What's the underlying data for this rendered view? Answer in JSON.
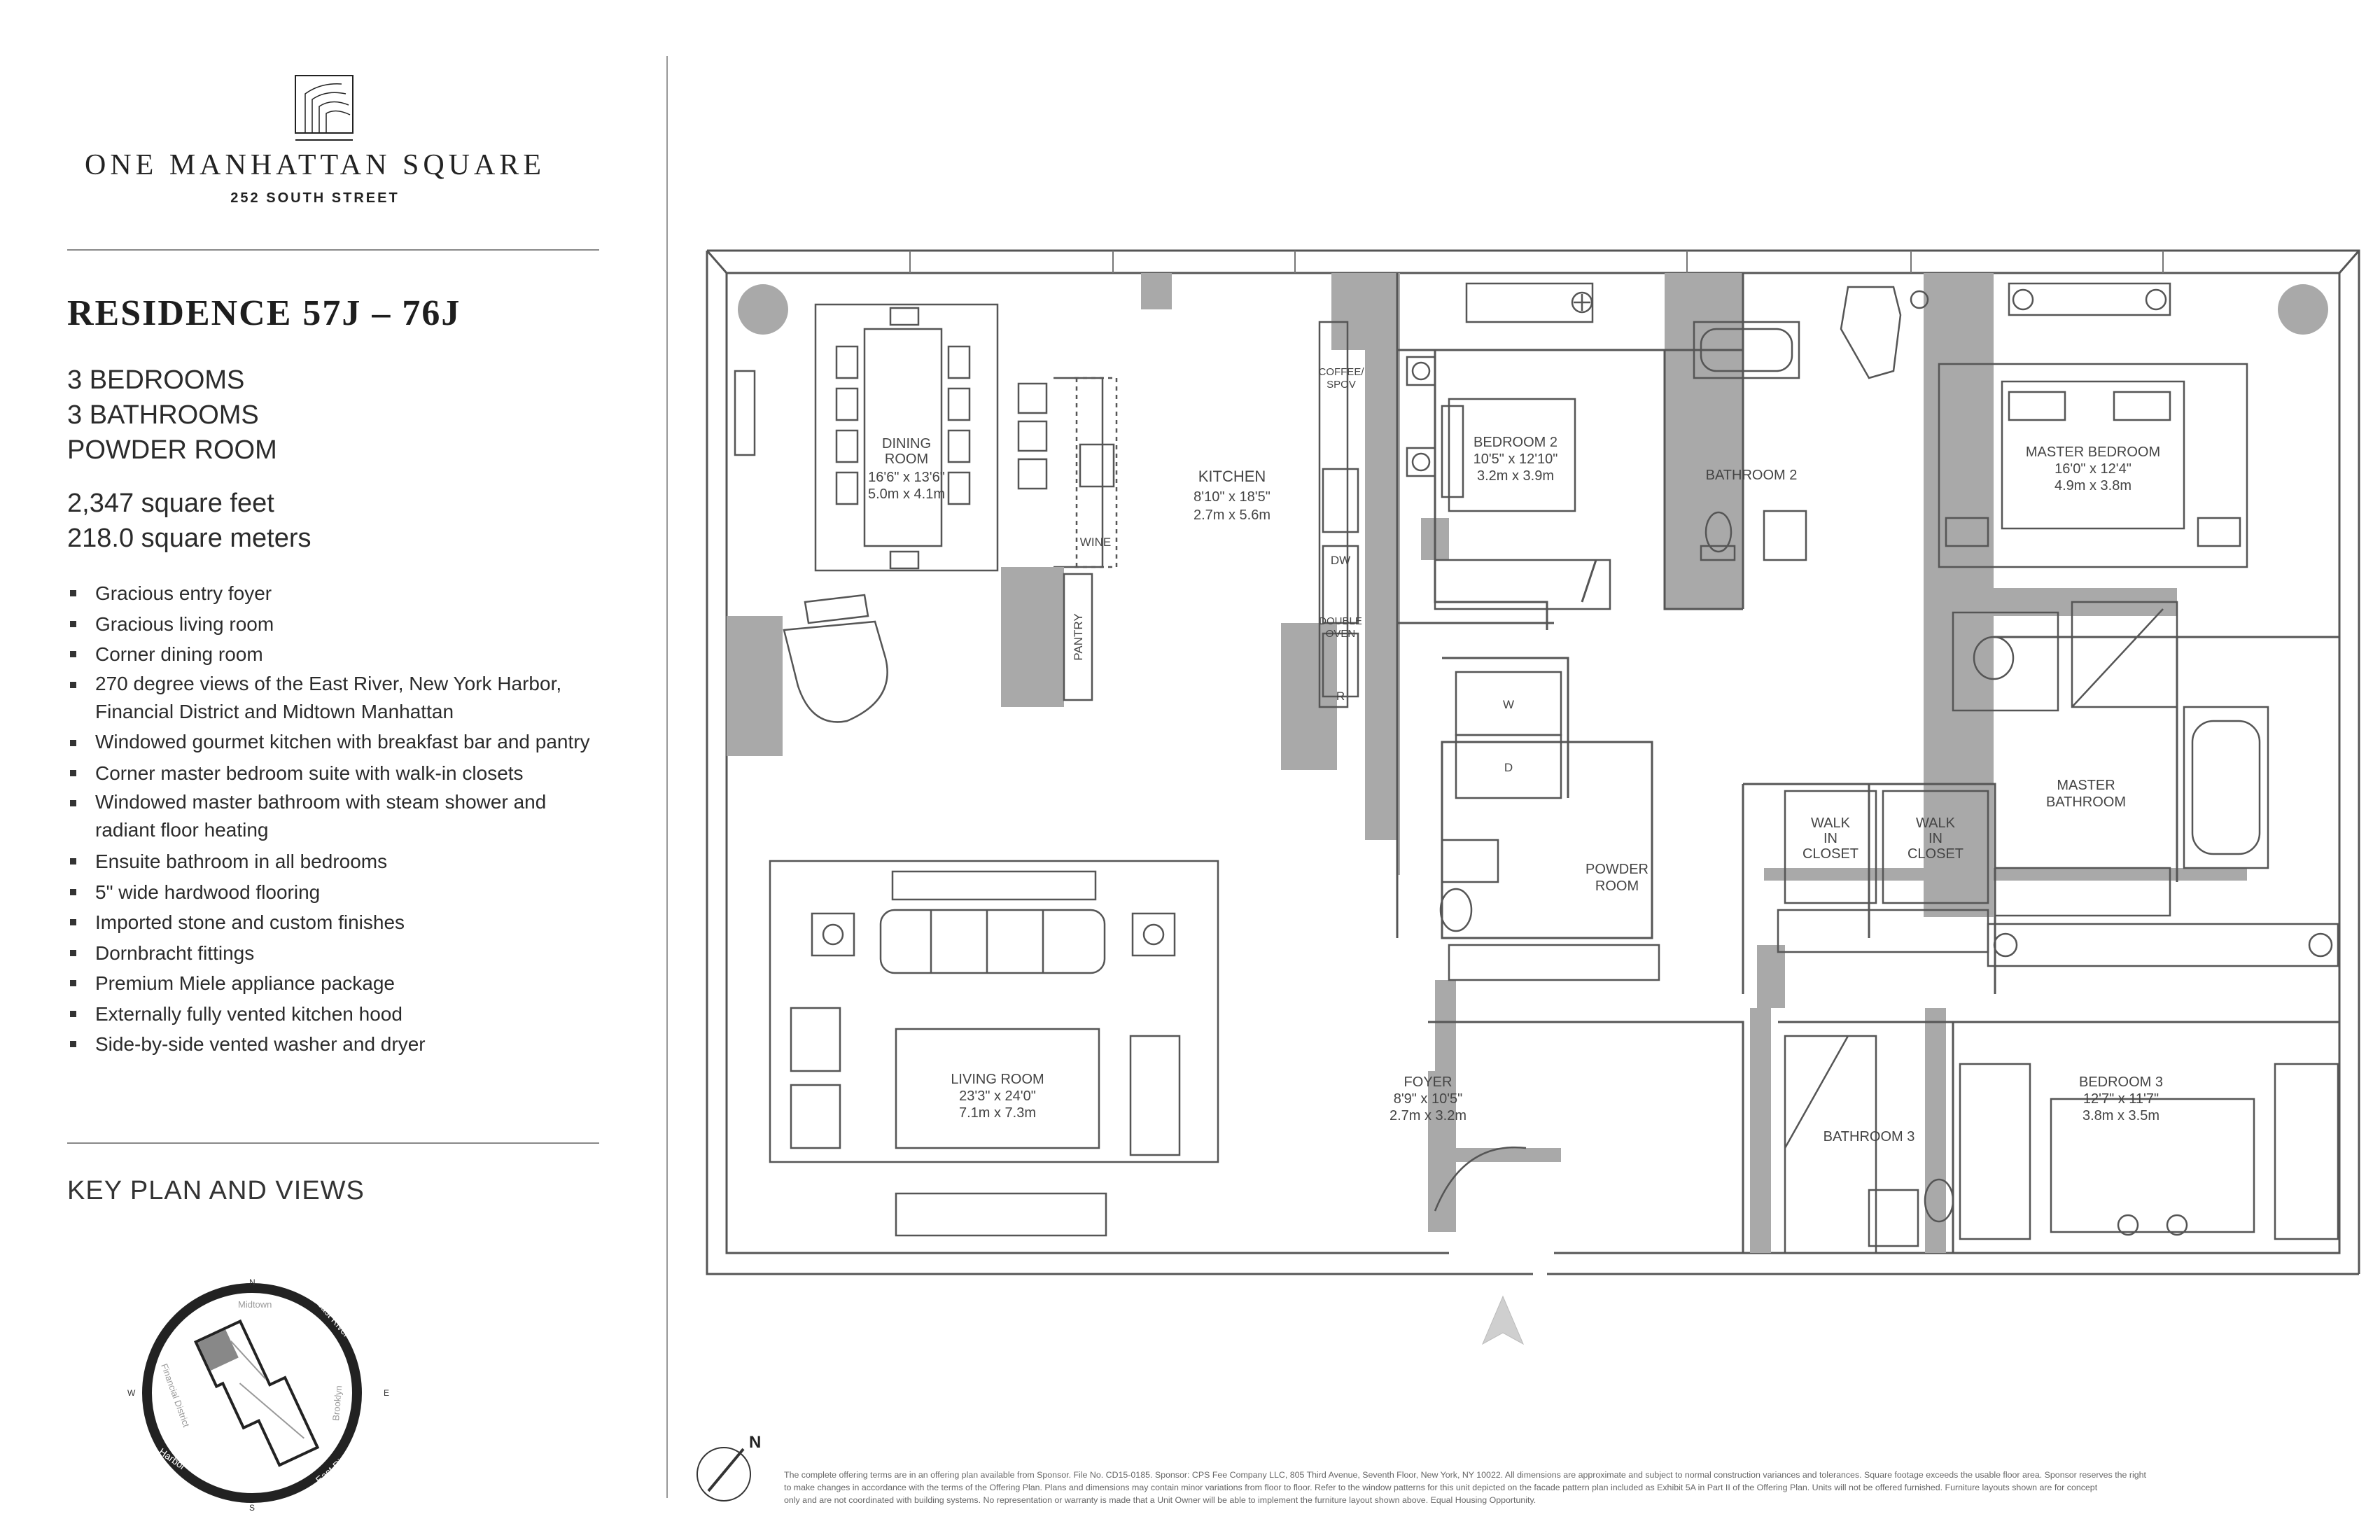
{
  "brand": {
    "name": "ONE MANHATTAN SQUARE",
    "address": "252 SOUTH STREET"
  },
  "residence": {
    "title": "RESIDENCE 57J – 76J",
    "bedrooms": "3 BEDROOMS",
    "bathrooms": "3 BATHROOMS",
    "powder": "POWDER ROOM",
    "sqft": "2,347 square feet",
    "sqm": "218.0 square meters"
  },
  "features": [
    "Gracious entry foyer",
    "Gracious living room",
    "Corner dining room",
    "270 degree views of the East River, New York Harbor, Financial District and Midtown Manhattan",
    "Windowed gourmet kitchen with breakfast bar and pantry",
    "Corner master bedroom suite with walk-in closets",
    "Windowed master bathroom with steam shower and radiant floor heating",
    "Ensuite bathroom in all bedrooms",
    "5\" wide hardwood flooring",
    "Imported stone and custom finishes",
    "Dornbracht fittings",
    "Premium Miele appliance package",
    "Externally fully vented kitchen hood",
    "Side-by-side vented washer and dryer"
  ],
  "keyplan": {
    "title": "KEY PLAN AND VIEWS",
    "labels": {
      "n": "N",
      "s": "S",
      "e": "E",
      "w": "W",
      "hudson": "Hudson River",
      "midtown": "Midtown",
      "east_river_top": "East River",
      "brooklyn": "Brooklyn",
      "financial": "Financial District",
      "harbor": "Harbor",
      "east_river_bottom": "East River"
    }
  },
  "rooms": {
    "dining": {
      "name1": "DINING",
      "name2": "ROOM",
      "imp": "16'6\" x 13'6\"",
      "met": "5.0m x 4.1m"
    },
    "kitchen": {
      "name": "KITCHEN",
      "imp": "8'10\" x 18'5\"",
      "met": "2.7m x 5.6m"
    },
    "bedroom2": {
      "name": "BEDROOM 2",
      "imp": "10'5\" x 12'10\"",
      "met": "3.2m x 3.9m"
    },
    "bathroom2": {
      "name": "BATHROOM 2"
    },
    "master_bedroom": {
      "name": "MASTER BEDROOM",
      "imp": "16'0\" x 12'4\"",
      "met": "4.9m x 3.8m"
    },
    "master_bath": {
      "name1": "MASTER",
      "name2": "BATHROOM"
    },
    "walk_in_1": {
      "l1": "WALK",
      "l2": "IN",
      "l3": "CLOSET"
    },
    "walk_in_2": {
      "l1": "WALK",
      "l2": "IN",
      "l3": "CLOSET"
    },
    "powder": {
      "name1": "POWDER",
      "name2": "ROOM"
    },
    "living": {
      "name": "LIVING ROOM",
      "imp": "23'3\" x 24'0\"",
      "met": "7.1m x 7.3m"
    },
    "foyer": {
      "name": "FOYER",
      "imp": "8'9\" x 10'5\"",
      "met": "2.7m x 3.2m"
    },
    "bathroom3": {
      "name": "BATHROOM 3"
    },
    "bedroom3": {
      "name": "BEDROOM 3",
      "imp": "12'7\" x 11'7\"",
      "met": "3.8m x 3.5m"
    },
    "fixtures": {
      "coffee1": "COFFEE/",
      "coffee2": "SPOV",
      "dw": "DW",
      "double1": "DOUBLE",
      "double2": "OVEN",
      "r": "R",
      "wine": "WINE",
      "pantry": "PANTRY",
      "w": "W",
      "d": "D"
    }
  },
  "compass_label": "N",
  "disclaimer": [
    "The complete offering terms are in an offering plan available from Sponsor. File No. CD15-0185. Sponsor: CPS Fee Company LLC, 805 Third Avenue, Seventh Floor, New York, NY 10022. All dimensions are approximate and subject to normal construction variances and tolerances. Square footage exceeds the usable floor area. Sponsor reserves the right",
    "to make changes in accordance with the terms of the Offering Plan. Plans and dimensions may contain minor variations from floor to floor. Refer to the window patterns for this unit depicted on the facade pattern plan included as Exhibit 5A in Part II of the Offering Plan. Units will not be offered furnished. Furniture layouts shown are for concept",
    "only and are not coordinated with building systems. No representation or warranty is made that a Unit Owner will be able to implement the furniture layout shown above. Equal Housing Opportunity."
  ],
  "colors": {
    "wall": "#a9a9a9",
    "line": "#555555",
    "text": "#2b2b2b"
  }
}
